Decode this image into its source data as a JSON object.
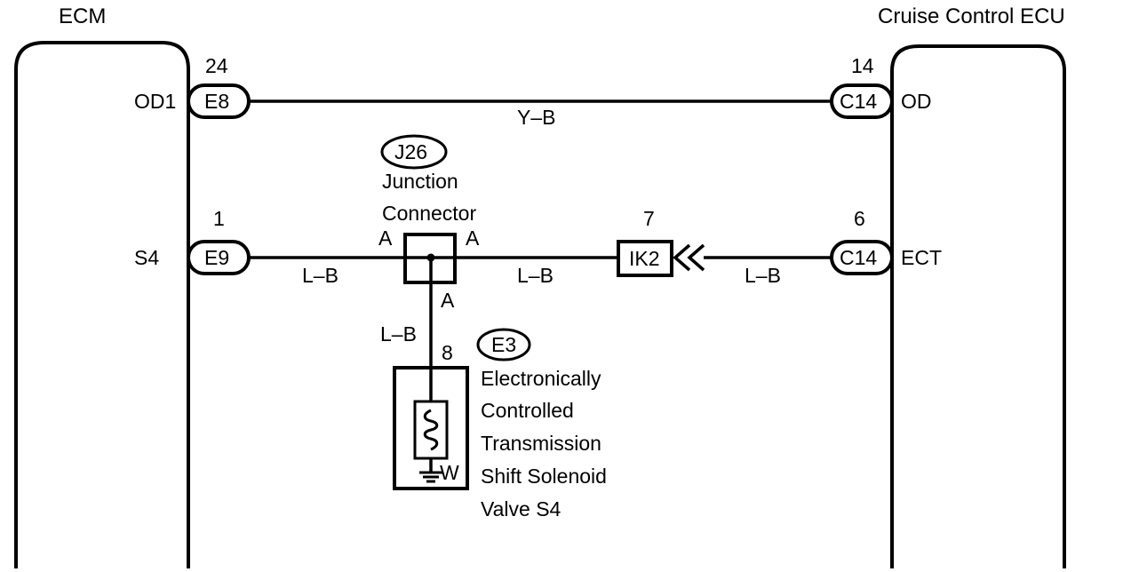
{
  "ecm": {
    "title": "ECM",
    "pins": {
      "od1": {
        "name": "OD1",
        "pin_number": "24",
        "connector": "E8"
      },
      "s4": {
        "name": "S4",
        "pin_number": "1",
        "connector": "E9"
      }
    }
  },
  "cruise_ecu": {
    "title": "Cruise Control ECU",
    "pins": {
      "od": {
        "name": "OD",
        "pin_number": "14",
        "connector": "C14"
      },
      "ect": {
        "name": "ECT",
        "pin_number": "6",
        "connector": "C14"
      }
    }
  },
  "wires": {
    "od_line_color": "Y–B",
    "s4_left_color": "L–B",
    "s4_mid_color": "L–B",
    "s4_right_color": "L–B",
    "solenoid_feed_color": "L–B"
  },
  "junction": {
    "id": "J26",
    "label_line1": "Junction",
    "label_line2": "Connector",
    "terminal_left": "A",
    "terminal_right": "A",
    "terminal_bottom": "A"
  },
  "inline_connector": {
    "id": "IK2",
    "pin_number": "7"
  },
  "solenoid": {
    "connector": "E3",
    "pin_number": "8",
    "ground_wire_color": "W",
    "label_lines": [
      "Electronically",
      "Controlled",
      "Transmission",
      "Shift Solenoid",
      "Valve S4"
    ]
  }
}
